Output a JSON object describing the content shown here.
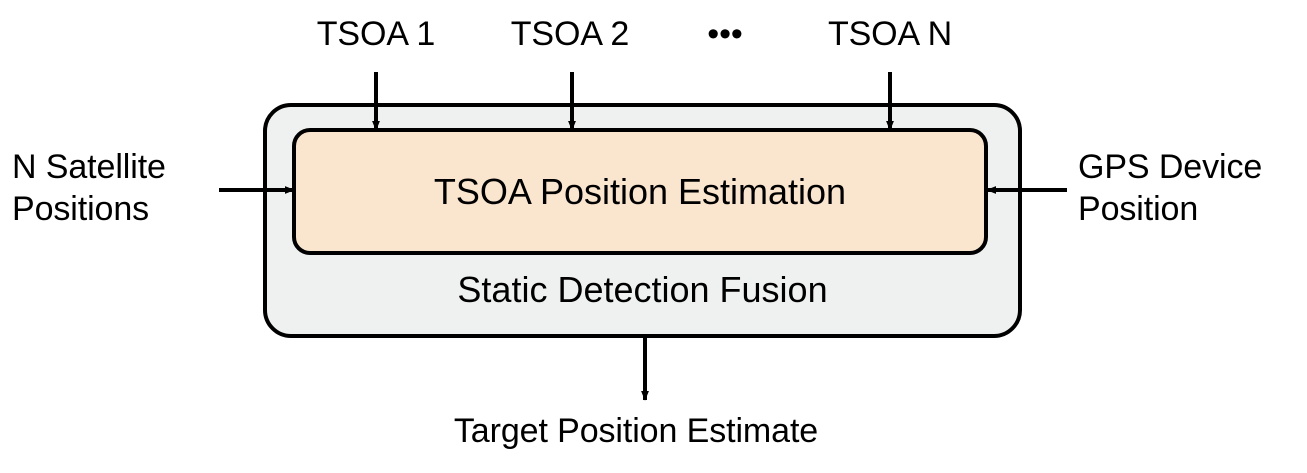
{
  "diagram": {
    "title": "Static Detection Fusion block diagram",
    "colors": {
      "outer_fill": "#eff0f0",
      "inner_fill": "#fae5cf",
      "stroke": "#000000",
      "text": "#000000",
      "background": "#ffffff"
    },
    "inputs_top": [
      {
        "label": "TSOA 1"
      },
      {
        "label": "TSOA 2"
      },
      {
        "label": "•••"
      },
      {
        "label": "TSOA N"
      }
    ],
    "input_left": {
      "label": "N Satellite\nPositions"
    },
    "input_right": {
      "label": "GPS Device\nPosition"
    },
    "outer_block": {
      "label": "Static Detection Fusion"
    },
    "inner_block": {
      "label": "TSOA Position Estimation"
    },
    "output_bottom": {
      "label": "Target Position Estimate"
    },
    "connectors": [
      {
        "name": "tsoa-1-arrow",
        "direction": "down"
      },
      {
        "name": "tsoa-2-arrow",
        "direction": "down"
      },
      {
        "name": "tsoa-n-arrow",
        "direction": "down"
      },
      {
        "name": "satellite-positions-arrow",
        "direction": "right"
      },
      {
        "name": "gps-position-arrow",
        "direction": "left"
      },
      {
        "name": "target-estimate-arrow",
        "direction": "down"
      }
    ]
  }
}
